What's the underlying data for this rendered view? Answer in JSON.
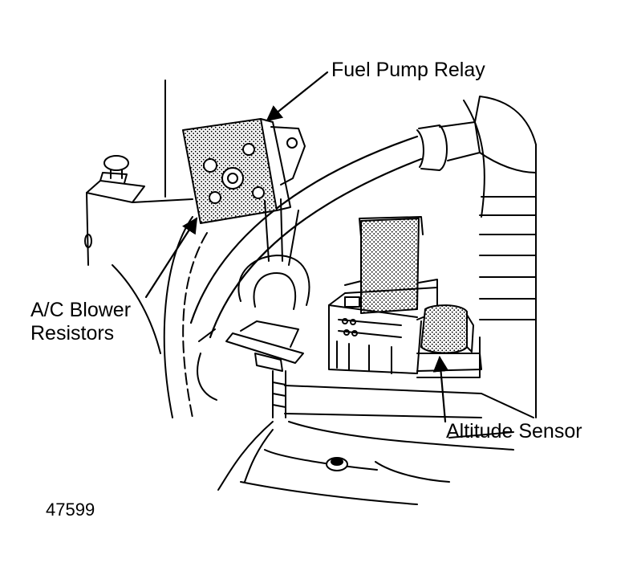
{
  "labels": {
    "fuel_pump_relay": "Fuel Pump Relay",
    "ac_blower_line1": "A/C Blower",
    "ac_blower_line2": "Resistors",
    "altitude_sensor": "Altitude Sensor"
  },
  "figure_number": "47599"
}
